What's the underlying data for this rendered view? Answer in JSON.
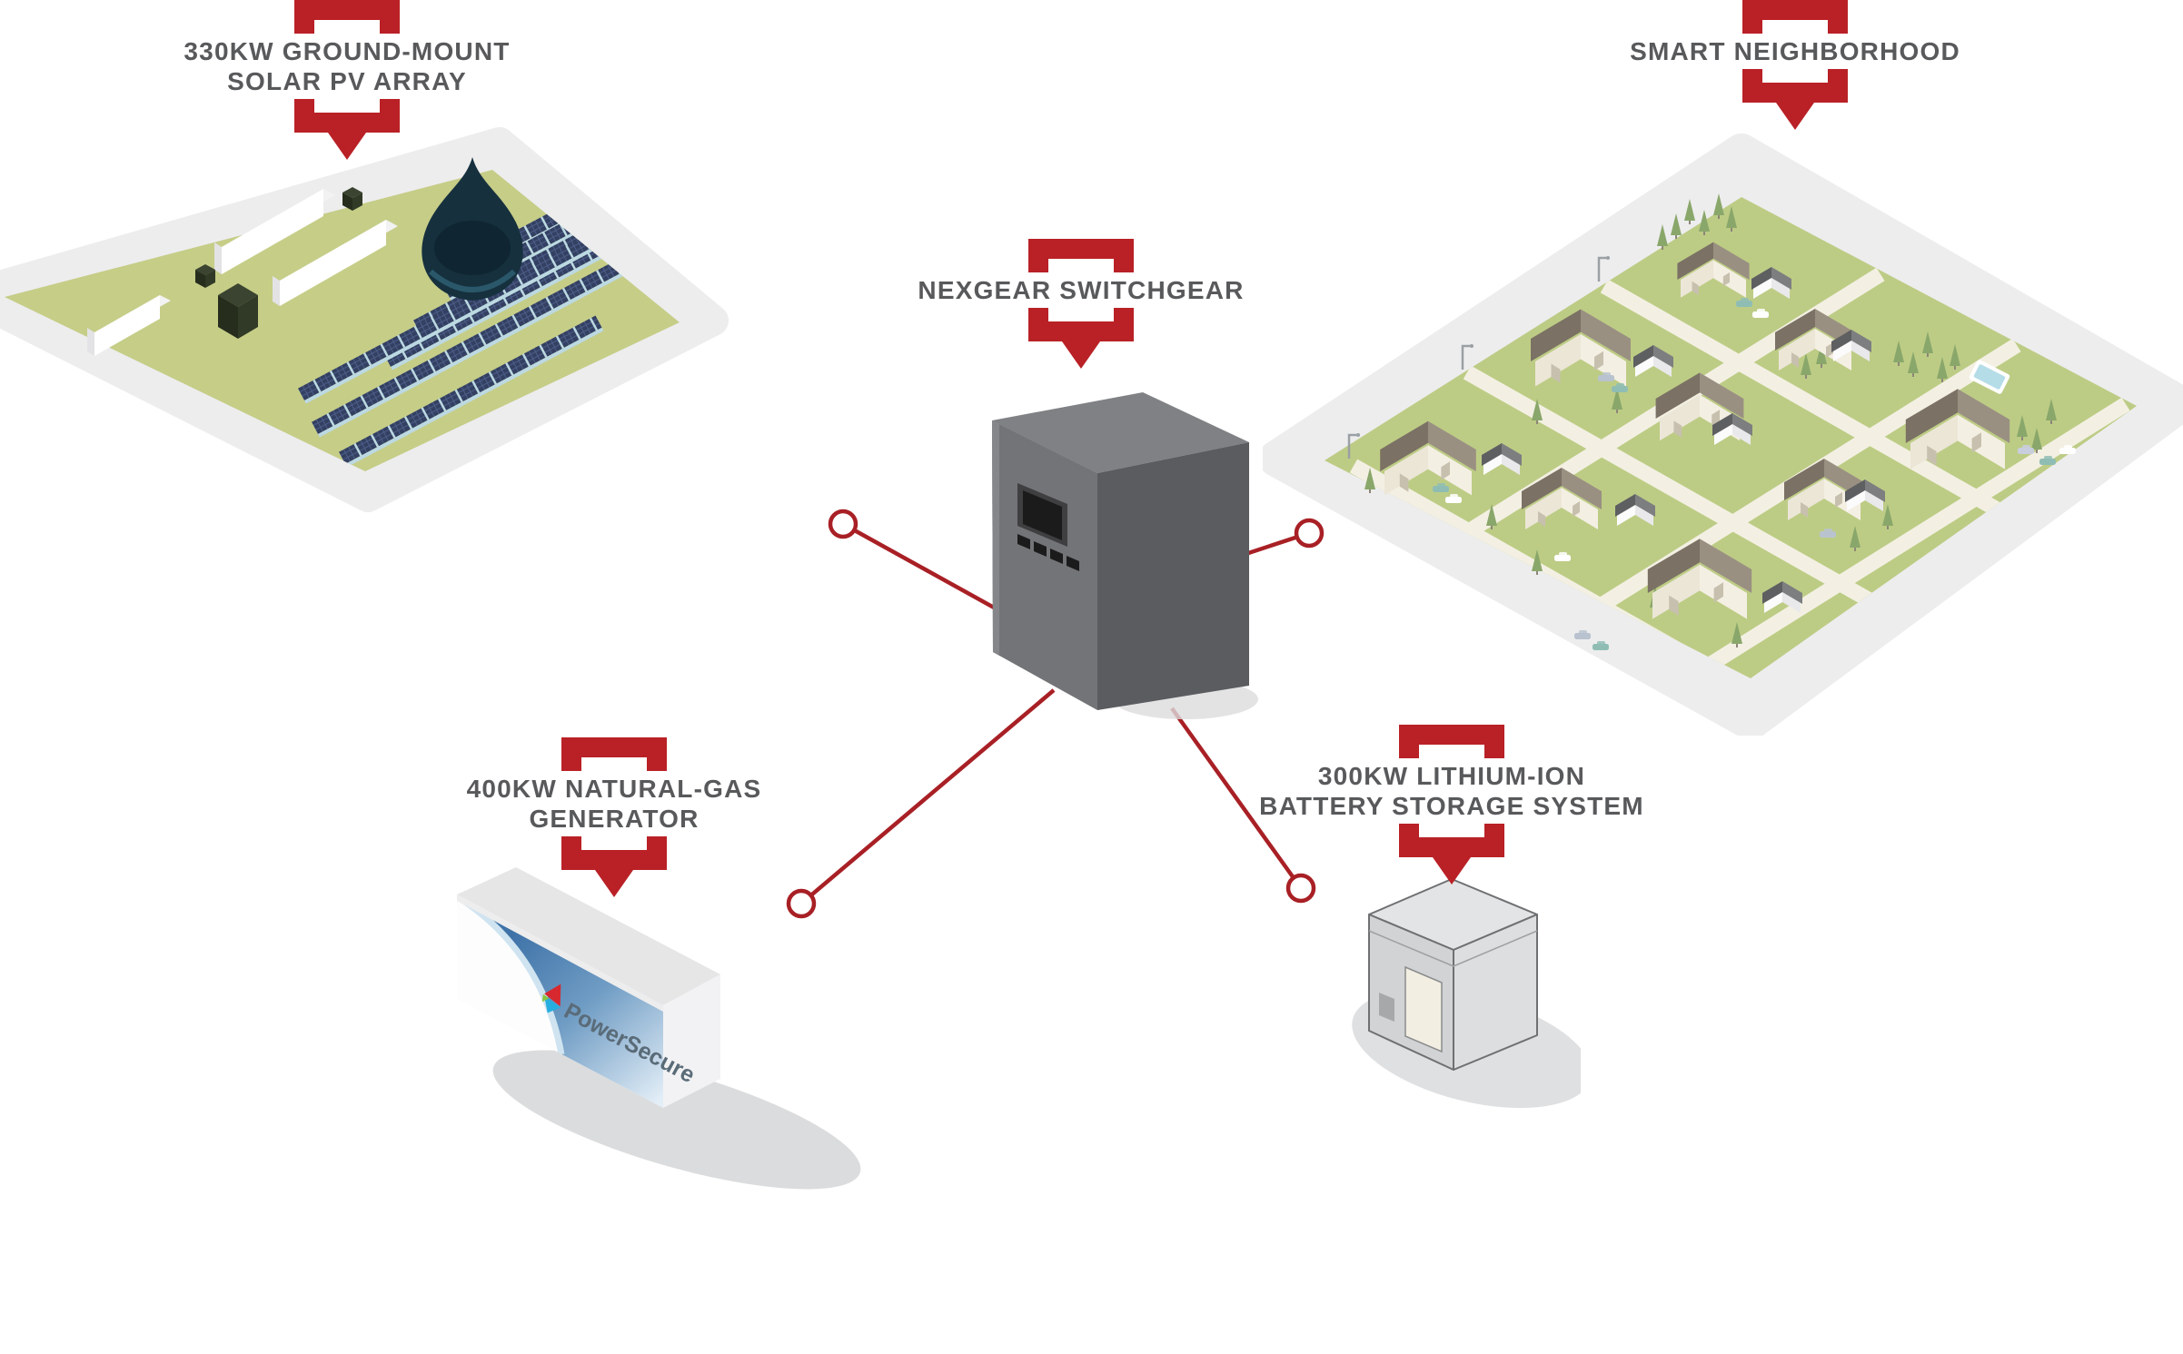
{
  "page": {
    "background": "#ffffff"
  },
  "colors": {
    "pin_red": "#b92126",
    "connector_red": "#a82025",
    "label_text": "#58595b",
    "platform_gray": "#ededee",
    "field_green": "#c6cd87",
    "neighborhood_green": "#bdcc85",
    "road_cream": "#f3f0e3",
    "panel_navy": "#334062",
    "panel_edge_blue": "#bcd9e2",
    "cabinet_front_gray": "#737477",
    "cabinet_side_gray": "#5b5c5f",
    "cabinet_top_gray": "#7f8184",
    "swoosh_blue": "#4d7fb0",
    "battery_gray": "#d8d9da",
    "drop_teal": "#16303e"
  },
  "labels": {
    "solar_pv": {
      "line1": "330KW GROUND-MOUNT",
      "line2": "SOLAR PV ARRAY"
    },
    "smart_neighborhood": {
      "line1": "SMART NEIGHBORHOOD"
    },
    "switchgear": {
      "line1": "NEXGEAR SWITCHGEAR"
    },
    "generator": {
      "line1": "400KW NATURAL-GAS",
      "line2": "GENERATOR"
    },
    "battery": {
      "line1": "300KW LITHIUM-ION",
      "line2": "BATTERY STORAGE SYSTEM"
    }
  },
  "generator": {
    "brand": "PowerSecure"
  },
  "diagram": {
    "nodes": [
      {
        "id": "solar-pv-array",
        "label": "330KW GROUND-MOUNT SOLAR PV ARRAY"
      },
      {
        "id": "smart-neighborhood",
        "label": "SMART NEIGHBORHOOD"
      },
      {
        "id": "nexgear-switchgear",
        "label": "NEXGEAR SWITCHGEAR"
      },
      {
        "id": "natural-gas-generator",
        "label": "400KW NATURAL-GAS GENERATOR"
      },
      {
        "id": "battery-storage-system",
        "label": "300KW LITHIUM-ION BATTERY STORAGE SYSTEM"
      }
    ],
    "connections": [
      {
        "from": "nexgear-switchgear",
        "to": "solar-pv-array"
      },
      {
        "from": "nexgear-switchgear",
        "to": "smart-neighborhood"
      },
      {
        "from": "nexgear-switchgear",
        "to": "natural-gas-generator"
      },
      {
        "from": "nexgear-switchgear",
        "to": "battery-storage-system"
      }
    ]
  }
}
